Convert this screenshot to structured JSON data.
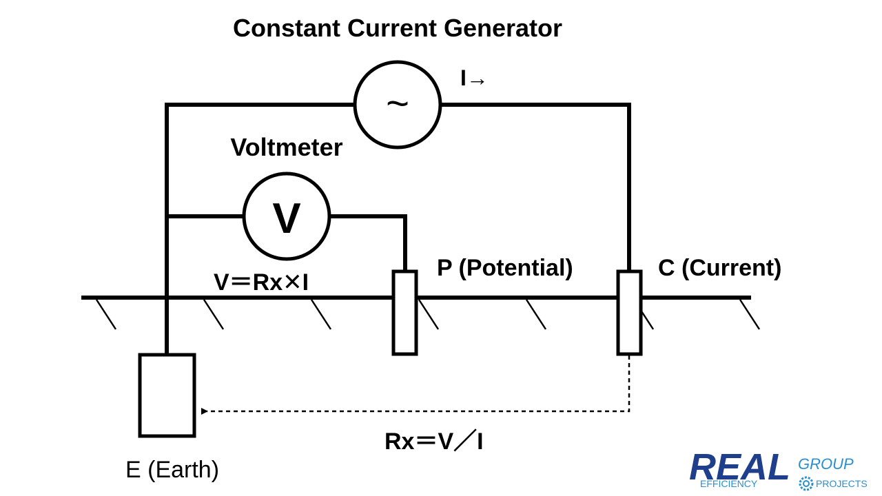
{
  "title": "Constant Current Generator",
  "current_label": "I→",
  "generator_symbol": "~",
  "voltmeter": {
    "label": "Voltmeter",
    "symbol": "V"
  },
  "equations": {
    "voltage": "V＝Rx✕I",
    "resistance": "Rx＝V／I"
  },
  "electrodes": {
    "earth": "E (Earth)",
    "potential": "P (Potential)",
    "current": "C (Current)"
  },
  "logo": {
    "brand": "REAL",
    "group": "GROUP",
    "tagline_left": "EFFICIENCY",
    "tagline_right": "PROJECTS",
    "colors": {
      "primary": "#1f3f8c",
      "secondary": "#2a8fd0"
    }
  }
}
